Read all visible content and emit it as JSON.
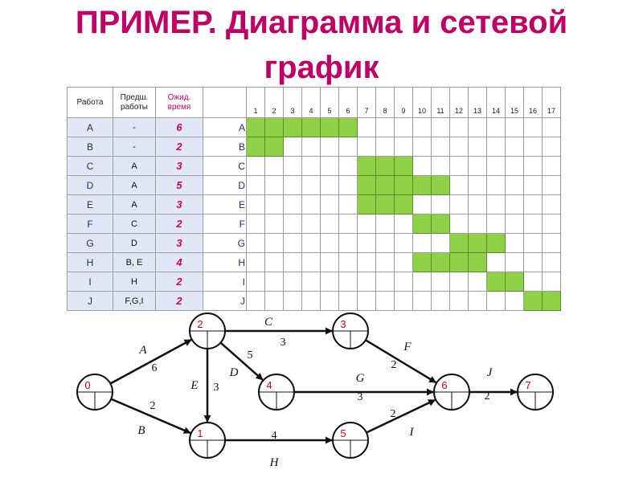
{
  "title": {
    "line1": "ПРИМЕР. Диаграмма и сетевой",
    "line2": "график"
  },
  "table": {
    "headers": {
      "work": "Работа",
      "pred": "Предш. работы",
      "time": "Ожид. время"
    },
    "days": [
      "1",
      "2",
      "3",
      "4",
      "5",
      "6",
      "7",
      "8",
      "9",
      "10",
      "11",
      "12",
      "13",
      "14",
      "15",
      "16",
      "17"
    ],
    "rows": [
      {
        "work": "A",
        "pred": "-",
        "time": "6",
        "label": "A",
        "start": 0,
        "duration": 6
      },
      {
        "work": "B",
        "pred": "-",
        "time": "2",
        "label": "B",
        "start": 0,
        "duration": 2
      },
      {
        "work": "C",
        "pred": "A",
        "time": "3",
        "label": "C",
        "start": 6,
        "duration": 3
      },
      {
        "work": "D",
        "pred": "A",
        "time": "5",
        "label": "D",
        "start": 6,
        "duration": 5
      },
      {
        "work": "E",
        "pred": "A",
        "time": "3",
        "label": "E",
        "start": 6,
        "duration": 3
      },
      {
        "work": "F",
        "pred": "C",
        "time": "2",
        "label": "F",
        "start": 9,
        "duration": 2
      },
      {
        "work": "G",
        "pred": "D",
        "time": "3",
        "label": "G",
        "start": 11,
        "duration": 3
      },
      {
        "work": "H",
        "pred": "B, E",
        "time": "4",
        "label": "H",
        "start": 9,
        "duration": 4
      },
      {
        "work": "I",
        "pred": "H",
        "time": "2",
        "label": "I",
        "start": 13,
        "duration": 2
      },
      {
        "work": "J",
        "pred": "F,G,I",
        "time": "2",
        "label": "J",
        "start": 15,
        "duration": 2
      }
    ]
  },
  "network": {
    "nodes": [
      {
        "id": "0"
      },
      {
        "id": "1"
      },
      {
        "id": "2"
      },
      {
        "id": "3"
      },
      {
        "id": "4"
      },
      {
        "id": "5"
      },
      {
        "id": "6"
      },
      {
        "id": "7"
      }
    ],
    "activities": [
      {
        "name": "A",
        "duration": "6",
        "from": "0",
        "to": "2"
      },
      {
        "name": "B",
        "duration": "2",
        "from": "0",
        "to": "1"
      },
      {
        "name": "C",
        "duration": "3",
        "from": "2",
        "to": "3"
      },
      {
        "name": "D",
        "duration": "5",
        "from": "2",
        "to": "4"
      },
      {
        "name": "E",
        "duration": "3",
        "from": "2",
        "to": "1"
      },
      {
        "name": "F",
        "duration": "2",
        "from": "3",
        "to": "6"
      },
      {
        "name": "G",
        "duration": "3",
        "from": "4",
        "to": "6"
      },
      {
        "name": "H",
        "duration": "4",
        "from": "1",
        "to": "5"
      },
      {
        "name": "I",
        "duration": "2",
        "from": "5",
        "to": "6"
      },
      {
        "name": "J",
        "duration": "2",
        "from": "6",
        "to": "7"
      }
    ]
  },
  "colors": {
    "title": "#c00064",
    "bar": "#8ed147",
    "highlight": "#e1e7f4",
    "time": "#d2006e",
    "node_id": "#e00000"
  }
}
